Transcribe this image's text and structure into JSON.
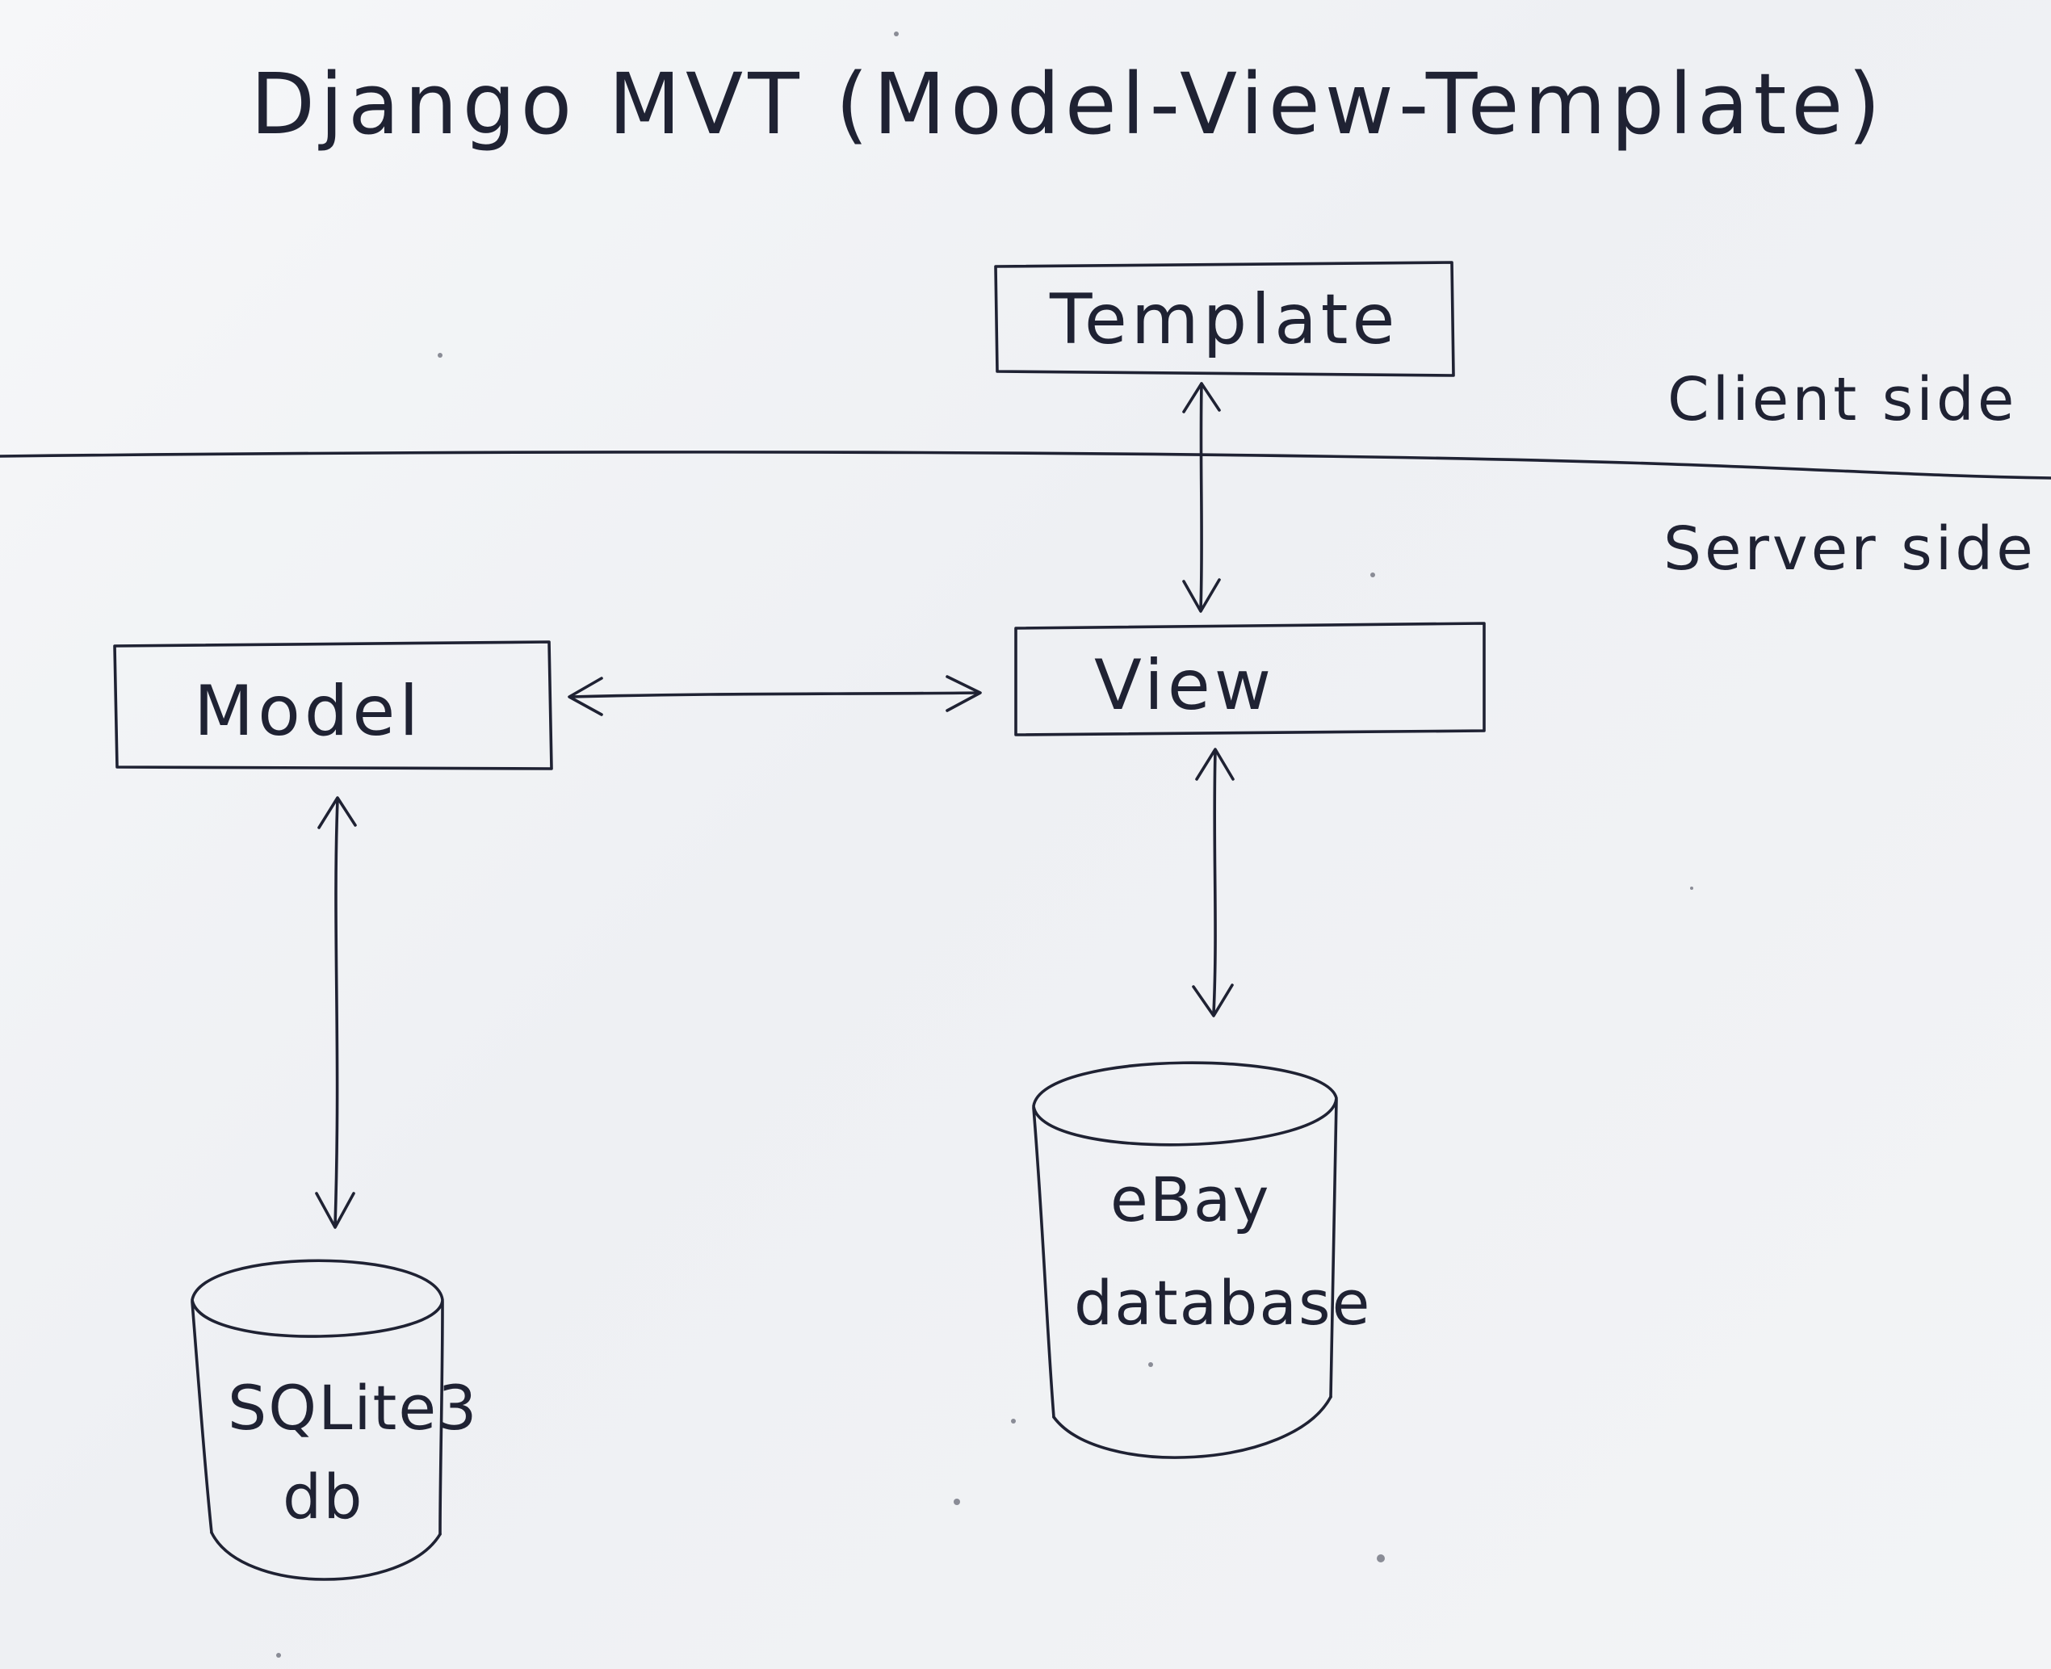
{
  "title": "Django MVT (Model-View-Template)",
  "boxes": {
    "template": "Template",
    "view": "View",
    "model": "Model"
  },
  "zones": {
    "client": "Client side",
    "server": "Server side"
  },
  "databases": {
    "sqlite": {
      "line1": "SQLite3",
      "line2": "db"
    },
    "ebay": {
      "line1": "eBay",
      "line2": "database"
    }
  },
  "colors": {
    "ink": "#1f2233",
    "paper": "#f2f3f5"
  }
}
